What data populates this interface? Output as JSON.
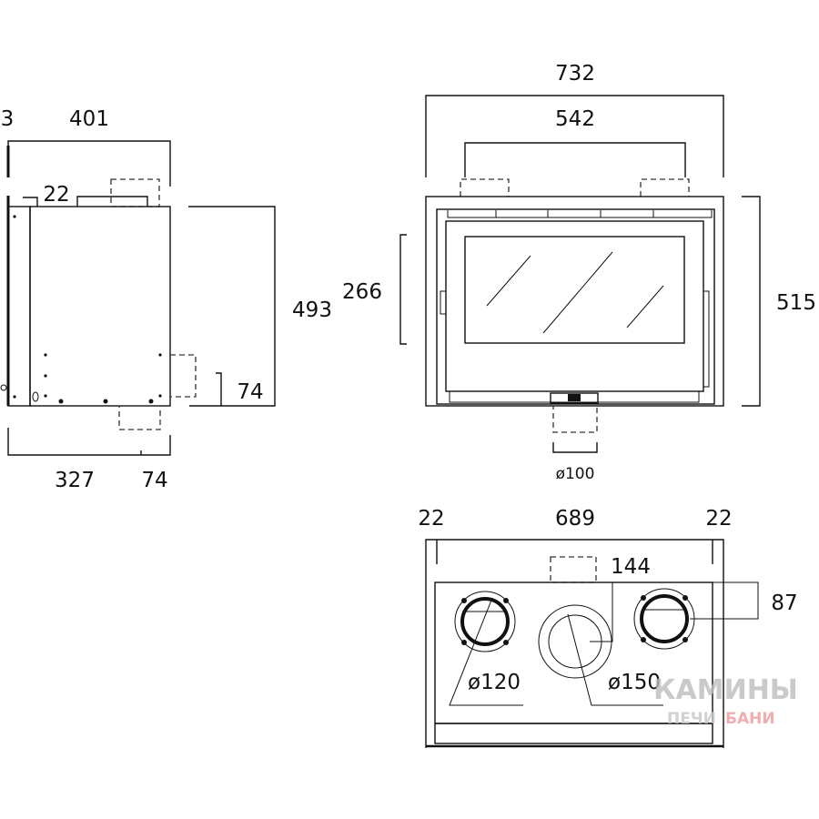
{
  "side_view": {
    "dim_top_small": "3",
    "dim_depth": "401",
    "dim_offset": "22",
    "dim_height": "493",
    "dim_rear": "74",
    "dim_body": "327",
    "dim_bottom_rear": "74"
  },
  "front_view": {
    "dim_width": "732",
    "dim_outlets": "542",
    "dim_glass_height": "266",
    "dim_height": "515",
    "air_inlet": "ø100"
  },
  "top_view": {
    "dim_left": "22",
    "dim_width": "689",
    "dim_right": "22",
    "dim_center": "144",
    "dim_side_outlets": "87",
    "outlet_small": "ø120",
    "outlet_large": "ø150"
  },
  "watermark": {
    "line1": "КАМИНЫ",
    "line2a": "ПЕЧИ",
    "line2b": "БАНИ"
  }
}
